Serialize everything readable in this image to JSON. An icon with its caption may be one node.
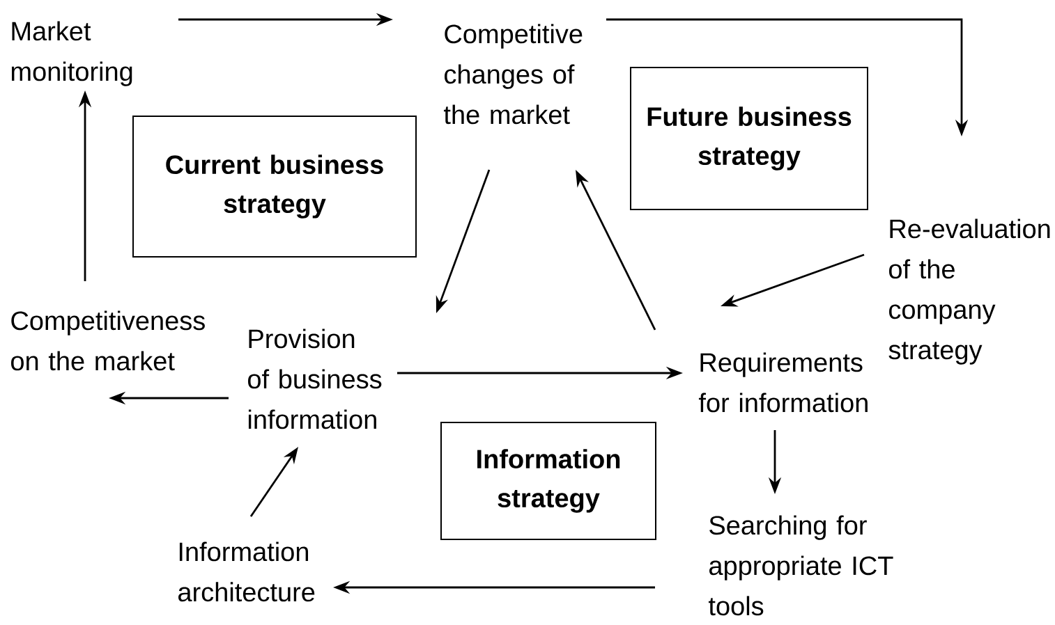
{
  "diagram": {
    "nodes": [
      {
        "text": [
          "Market monitoring"
        ]
      },
      {
        "text": [
          "Competitive changes of the market"
        ]
      },
      {
        "text": [
          "Re-evaluation of the company strategy"
        ]
      },
      {
        "text": [
          "Requirements for information"
        ]
      },
      {
        "text": [
          "Provision of business information"
        ]
      },
      {
        "text": [
          "Competitiveness on the market"
        ]
      },
      {
        "text": [
          "Searching for appropriate ICT tools"
        ]
      },
      {
        "text": [
          "Information architecture"
        ]
      },
      {
        "text": [
          "Current business strategy"
        ]
      },
      {
        "text": [
          "Future business strategy"
        ]
      },
      {
        "text": [
          "Information strategy"
        ]
      }
    ],
    "edges": [
      {
        "from": 0,
        "to": 1,
        "arrow": "to"
      },
      {
        "from": 1,
        "to": 2,
        "arrow": "to"
      },
      {
        "from": 2,
        "to": 3,
        "arrow": "to"
      },
      {
        "from": 3,
        "to": 1,
        "arrow": "to"
      },
      {
        "from": 1,
        "to": 4,
        "arrow": "to"
      },
      {
        "from": 4,
        "to": 3,
        "arrow": "to"
      },
      {
        "from": 4,
        "to": 5,
        "arrow": "to"
      },
      {
        "from": 5,
        "to": 0,
        "arrow": "to"
      },
      {
        "from": 3,
        "to": 6,
        "arrow": "to"
      },
      {
        "from": 6,
        "to": 7,
        "arrow": "to"
      },
      {
        "from": 7,
        "to": 4,
        "arrow": "to"
      }
    ]
  }
}
